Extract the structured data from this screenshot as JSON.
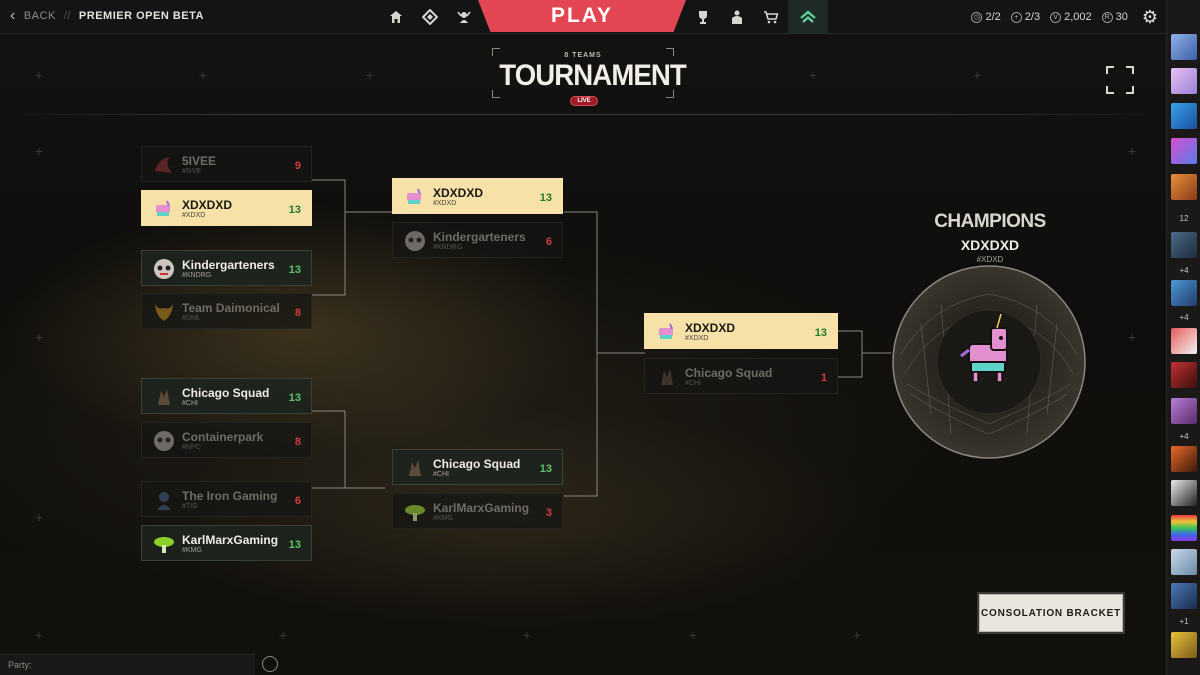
{
  "topbar": {
    "back_label": "BACK",
    "separator": "//",
    "page_name": "PREMIER OPEN BETA",
    "play_label": "PLAY",
    "left_icons": [
      "home-icon",
      "career-icon",
      "agents-icon"
    ],
    "right_icons": [
      "battlepass-icon",
      "collection-icon",
      "store-icon",
      "premier-icon"
    ],
    "currency": {
      "match_limit": "2/2",
      "daily": "2/3",
      "valorant_points": "2,002",
      "radianite": "30"
    }
  },
  "header": {
    "teams_count": "8 TEAMS",
    "title": "TOURNAMENT",
    "live": "LIVE"
  },
  "bracket": {
    "round1": [
      {
        "name": "5IVEE",
        "tag": "#5IVE",
        "score": "9",
        "state": "lose"
      },
      {
        "name": "XDXDXD",
        "tag": "#XDXD",
        "score": "13",
        "state": "gold"
      },
      {
        "name": "Kindergarteners",
        "tag": "#KNDRG",
        "score": "13",
        "state": "win"
      },
      {
        "name": "Team Daimonical",
        "tag": "#DML",
        "score": "8",
        "state": "lose"
      },
      {
        "name": "Chicago Squad",
        "tag": "#CHI",
        "score": "13",
        "state": "win"
      },
      {
        "name": "Containerpark",
        "tag": "#NPC",
        "score": "8",
        "state": "lose"
      },
      {
        "name": "The Iron Gaming",
        "tag": "#TIG",
        "score": "6",
        "state": "lose"
      },
      {
        "name": "KarlMarxGaming",
        "tag": "#KMG",
        "score": "13",
        "state": "win"
      }
    ],
    "round2": [
      {
        "name": "XDXDXD",
        "tag": "#XDXD",
        "score": "13",
        "state": "gold"
      },
      {
        "name": "Kindergarteners",
        "tag": "#KNDRG",
        "score": "6",
        "state": "lose"
      },
      {
        "name": "Chicago Squad",
        "tag": "#CHI",
        "score": "13",
        "state": "win"
      },
      {
        "name": "KarlMarxGaming",
        "tag": "#KMG",
        "score": "3",
        "state": "lose"
      }
    ],
    "final": [
      {
        "name": "XDXDXD",
        "tag": "#XDXD",
        "score": "13",
        "state": "gold"
      },
      {
        "name": "Chicago Squad",
        "tag": "#CHI",
        "score": "1",
        "state": "lose"
      }
    ]
  },
  "champions": {
    "title": "CHAMPIONS",
    "team_name": "XDXDXD",
    "team_tag": "#XDXD"
  },
  "consolation_label": "CONSOLATION BRACKET",
  "party_label": "Party:",
  "rail": {
    "online_count": "12",
    "party_badges": [
      "+4",
      "+4",
      "+4",
      "+1"
    ]
  },
  "colors": {
    "accent_play": "#e24653",
    "gold_card": "#f6e2a8",
    "win_score": "#5cc46a",
    "lose_score": "#d23d3d"
  }
}
